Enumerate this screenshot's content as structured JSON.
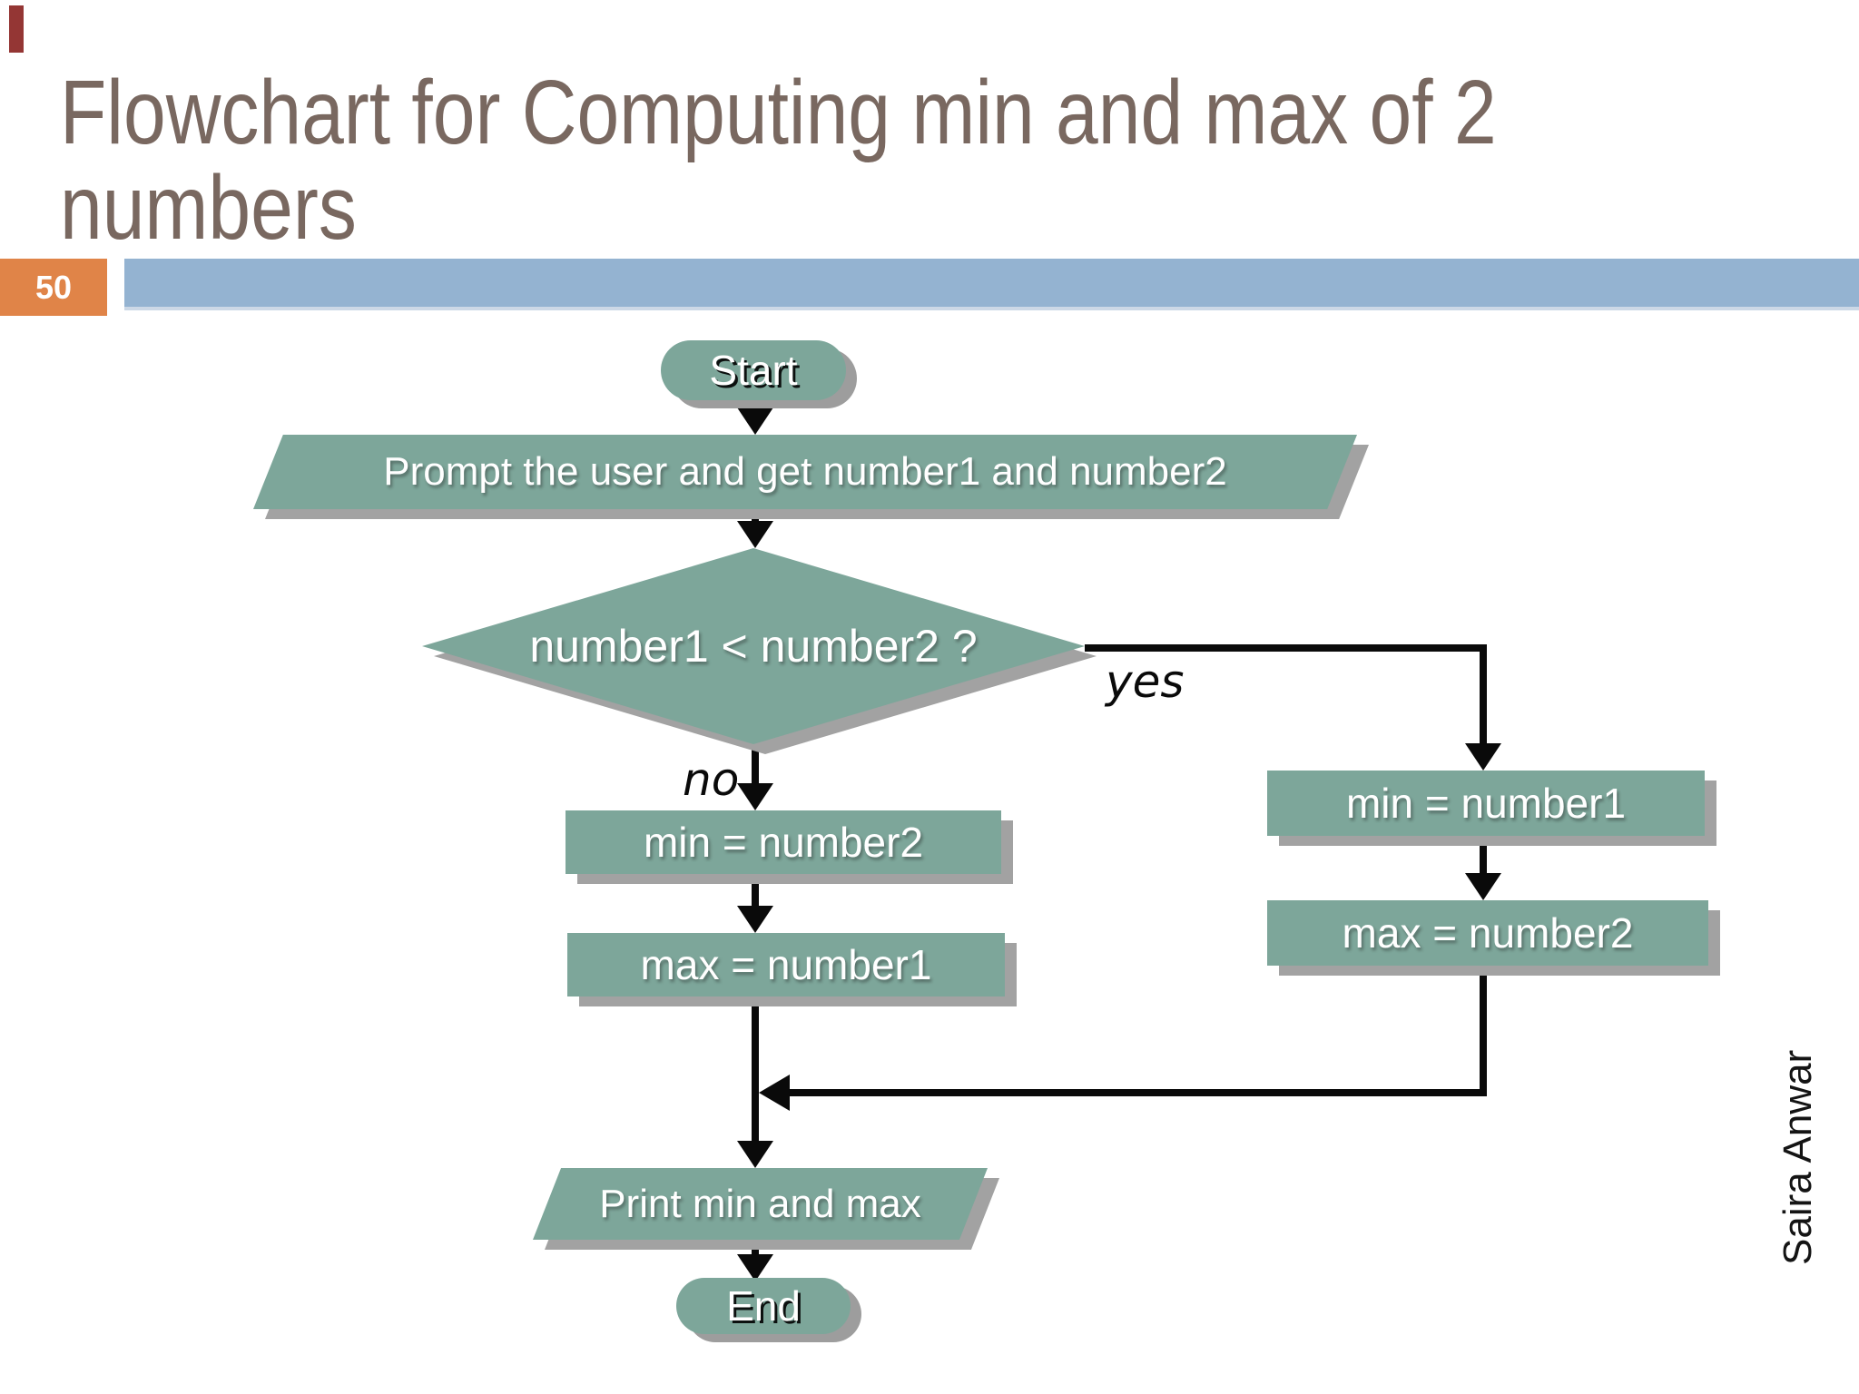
{
  "slide": {
    "title": "Flowchart for Computing min and max of 2 numbers",
    "slide_number": "50",
    "author": "Saira Anwar"
  },
  "flowchart": {
    "start": "Start",
    "prompt": "Prompt the user and get number1 and number2",
    "decision": "number1 < number2 ?",
    "label_yes": "yes",
    "label_no": "no",
    "yes_step1": "min = number1",
    "yes_step2": "max = number2",
    "no_step1": "min = number2",
    "no_step2": "max = number1",
    "print": "Print min and max",
    "end": "End"
  },
  "colors": {
    "shape_fill": "#7da69a",
    "shape_shadow": "#a2a2a2",
    "connector": "#0a0a0a",
    "title_text": "#796860",
    "slide_number_bg": "#e08448",
    "header_bar": "#94b3d1",
    "corner_accent": "#943634",
    "shape_text": "#ffffff",
    "author_text": "#141414"
  }
}
